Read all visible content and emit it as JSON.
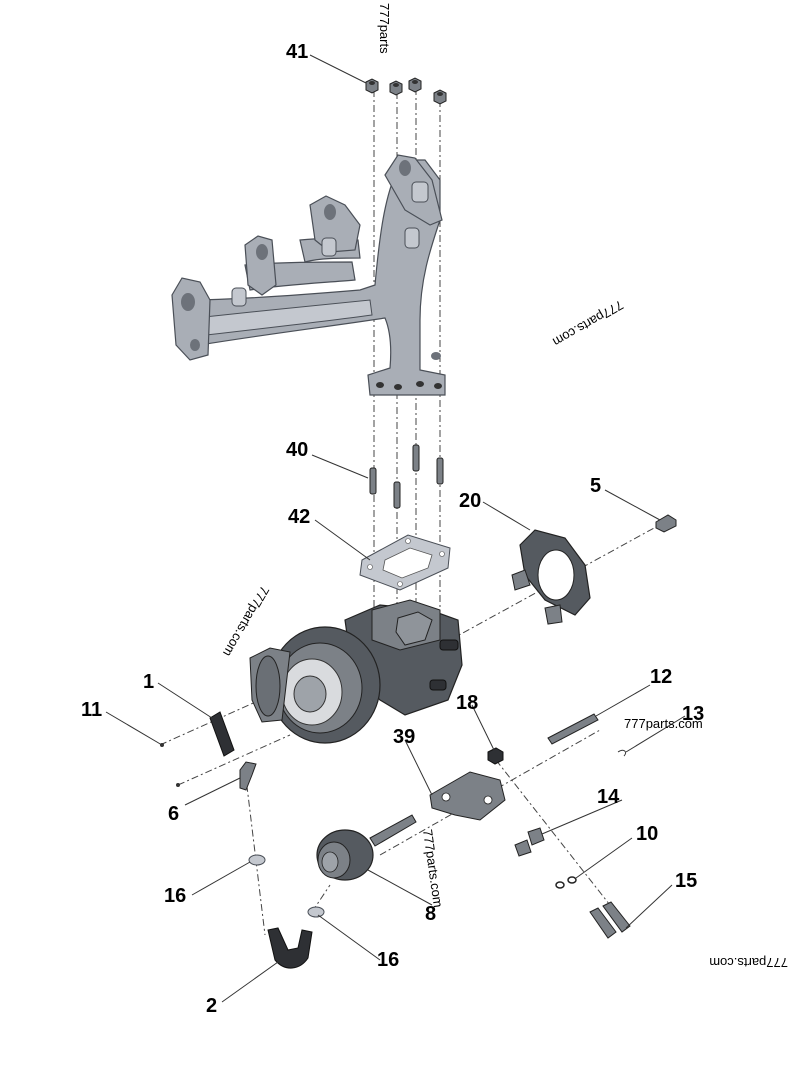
{
  "labels": {
    "l41": "41",
    "l40": "40",
    "l42": "42",
    "l20": "20",
    "l5": "5",
    "l1": "1",
    "l11": "11",
    "l6": "6",
    "l18": "18",
    "l39": "39",
    "l12": "12",
    "l13": "13",
    "l14": "14",
    "l10": "10",
    "l15": "15",
    "l16a": "16",
    "l16b": "16",
    "l8": "8",
    "l2": "2"
  },
  "watermarks": {
    "w1": "777parts",
    "w2": "777parts.com",
    "w3": "777parts.com",
    "w4": "777parts.com",
    "w5": "777parts.com",
    "w6": "777parts.com"
  }
}
